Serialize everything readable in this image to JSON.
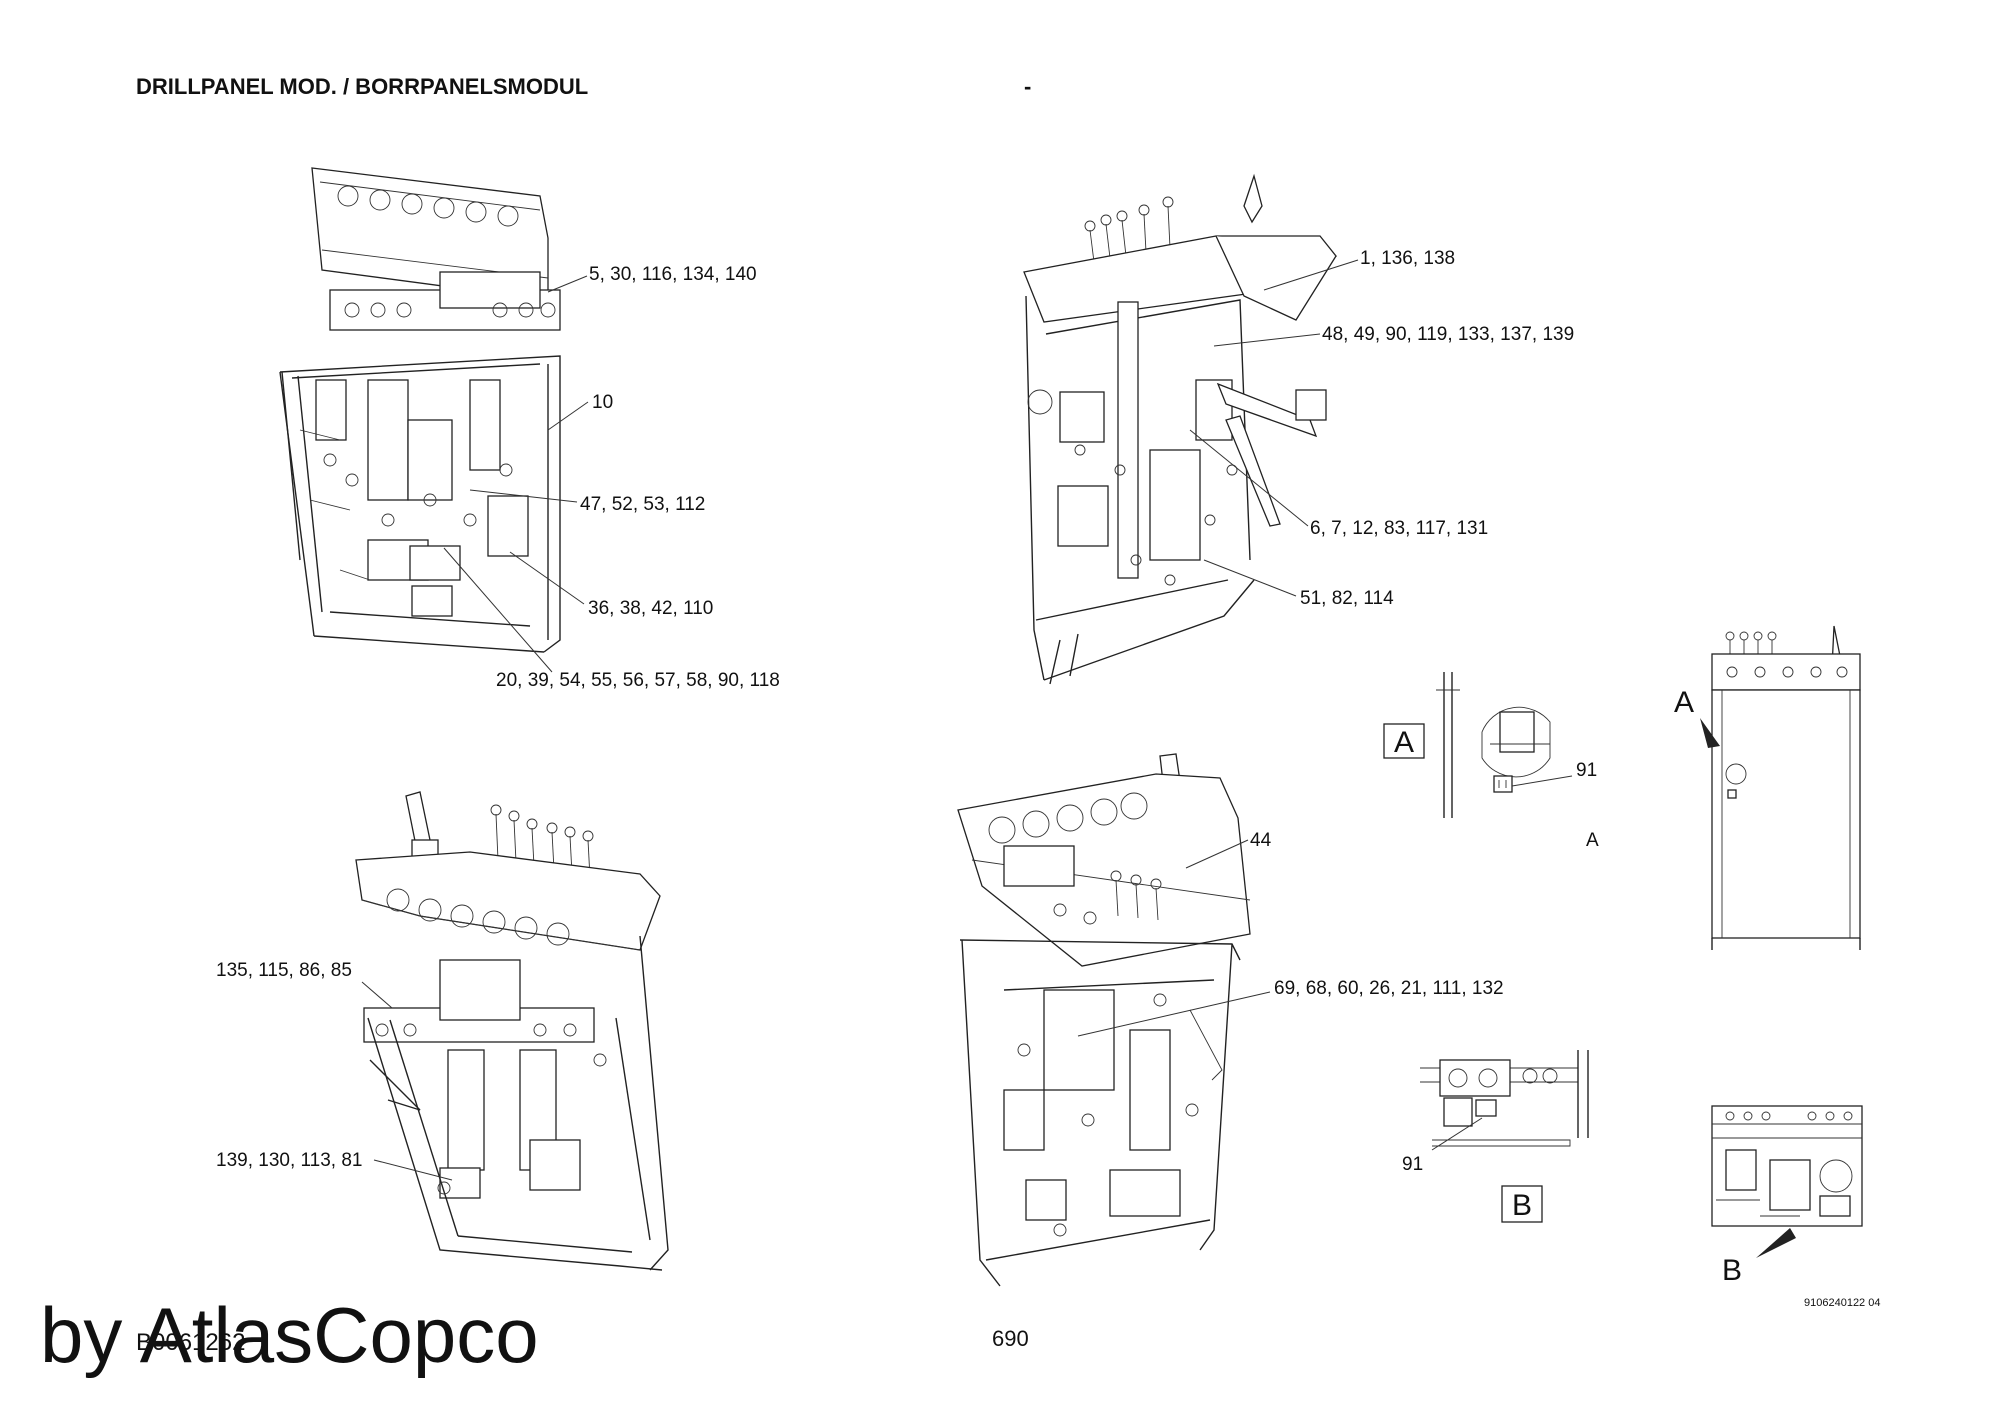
{
  "title": "DRILLPANEL MOD. / BORRPANELSMODUL",
  "title_dash": "-",
  "page_number": "690",
  "drawing_number": "9106240122 04",
  "doc_reference": "B0061262",
  "brand_watermark": "by AtlasCopco",
  "callouts": {
    "v1_top": "5, 30, 116, 134, 140",
    "v1_10": "10",
    "v1_47": "47, 52, 53, 112",
    "v1_36": "36, 38, 42, 110",
    "v1_20": "20, 39, 54, 55, 56, 57, 58, 90, 118",
    "v2_1": "1, 136, 138",
    "v2_48": "48, 49, 90, 119, 133, 137, 139",
    "v2_6": "6, 7, 12, 83, 117, 131",
    "v2_51": "51, 82, 114",
    "v3_135": "135, 115, 86, 85",
    "v3_139": "139, 130, 113, 81",
    "v4_44": "44",
    "v4_69": "69, 68, 60, 26, 21, 111, 132",
    "detail_a_91": "91",
    "detail_b_91": "91"
  },
  "detail_labels": {
    "box_a": "A",
    "caption_a": "A",
    "box_b": "B",
    "arrow_a": "A",
    "arrow_b": "B"
  }
}
